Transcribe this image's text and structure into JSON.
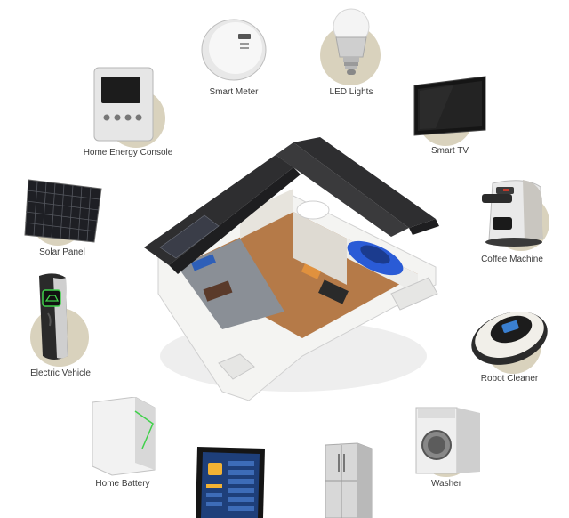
{
  "devices": {
    "smart_meter": "Smart Meter",
    "led_lights": "LED Lights",
    "home_energy_console": "Home Energy Console",
    "smart_tv": "Smart TV",
    "solar_panel": "Solar Panel",
    "coffee_machine": "Coffee Machine",
    "electric_vehicle": "Electric Vehicle",
    "robot_cleaner": "Robot Cleaner",
    "home_battery": "Home Battery",
    "washer": "Washer"
  },
  "colors": {
    "accent_disc": "#d9d2bd",
    "roof": "#2e2e30",
    "floor": "#a0683c",
    "wall": "#f2f2f0",
    "car": "#2a5bd6",
    "ev_glow": "#3fd14a"
  },
  "icons": [
    "smart-meter-icon",
    "led-bulb-icon",
    "energy-console-icon",
    "tv-icon",
    "solar-panel-icon",
    "coffee-machine-icon",
    "ev-charger-icon",
    "robot-cleaner-icon",
    "home-battery-icon",
    "washer-icon",
    "tablet-icon",
    "fridge-icon",
    "smart-house-illustration"
  ]
}
